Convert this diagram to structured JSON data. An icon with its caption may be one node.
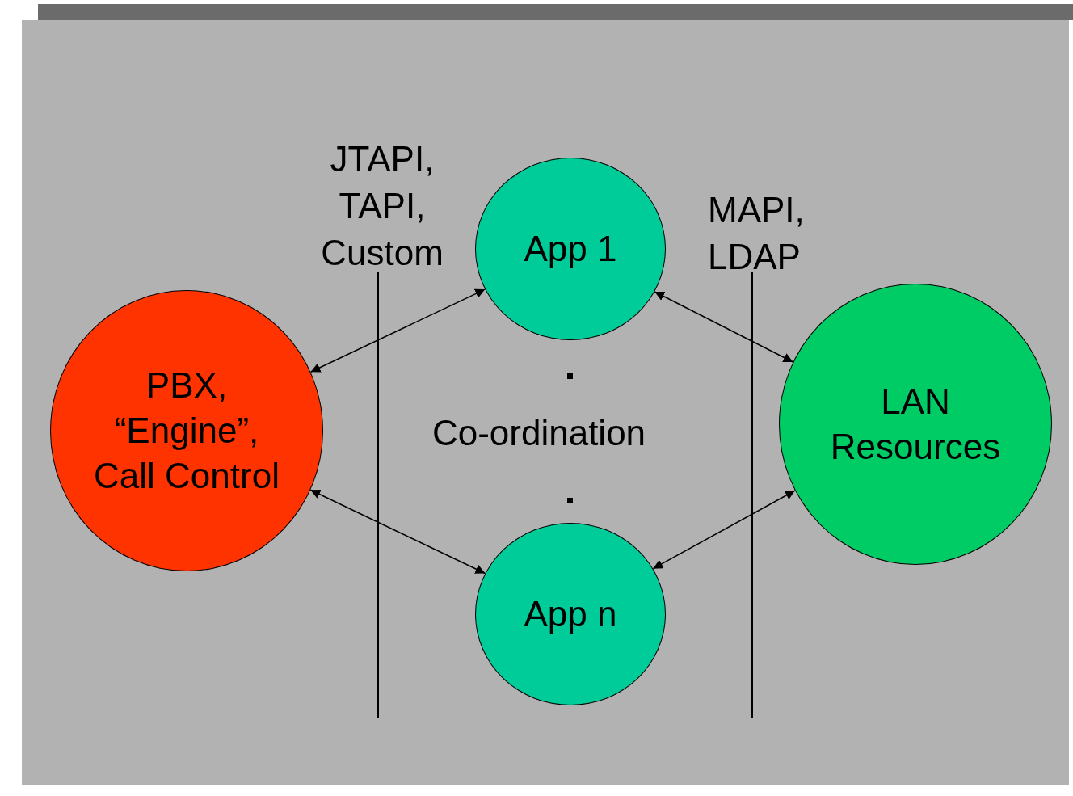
{
  "diagram": {
    "nodes": [
      {
        "text": [
          "PBX, “Engine”, Call Control"
        ]
      },
      {
        "text": [
          "App 1"
        ]
      },
      {
        "text": [
          "App n"
        ]
      },
      {
        "text": [
          "LAN Resources"
        ]
      }
    ],
    "edges": [
      {
        "from": 0,
        "to": 1,
        "arrow": "both"
      },
      {
        "from": 1,
        "to": 3,
        "arrow": "both"
      },
      {
        "from": 0,
        "to": 2,
        "arrow": "both"
      },
      {
        "from": 2,
        "to": 3,
        "arrow": "both"
      }
    ],
    "labels": [
      "JTAPI, TAPI, Custom",
      "MAPI, LDAP",
      "Co-ordination"
    ]
  }
}
